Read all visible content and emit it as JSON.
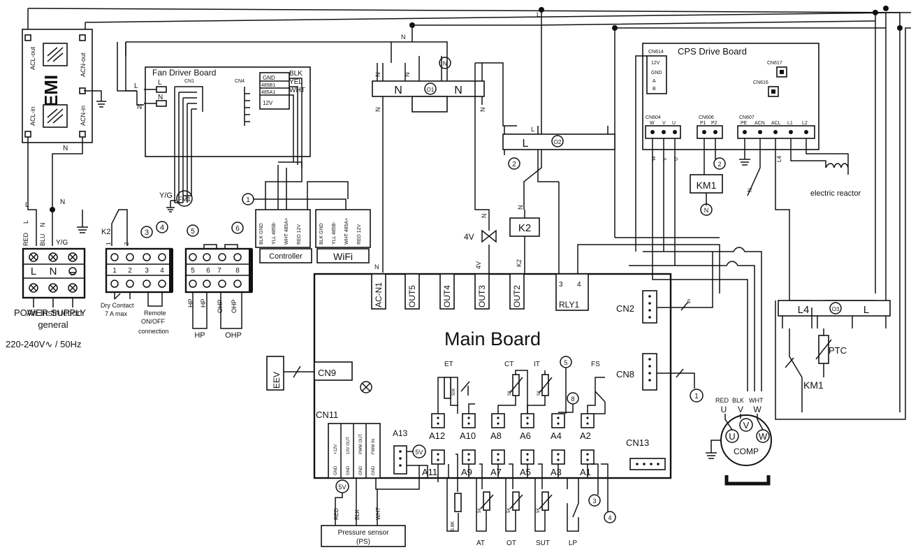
{
  "emi": {
    "title": "EMI",
    "acl_out": "ACL-out",
    "acn_out": "ACN-out",
    "acl_in": "ACL-in",
    "acn_in": "ACN-in"
  },
  "fan_driver": {
    "title": "Fan Driver Board",
    "cn1": "CN1",
    "cn4": "CN4",
    "l": "L",
    "n": "N",
    "pins": [
      "GND",
      "485B1",
      "485A1",
      "12V"
    ],
    "colors": [
      "BLK",
      "YEL",
      "WHT"
    ],
    "fm": "FM1",
    "yg": "Y/G"
  },
  "power": {
    "wires": [
      "RED",
      "L",
      "BLU",
      "N",
      "Y/G"
    ],
    "terminals": [
      "L",
      "N"
    ],
    "label": "POWER SUPPLY",
    "overlap": "Air Instruction",
    "general": "general",
    "voltage": "220-240V∿ / 50Hz"
  },
  "k2_block": {
    "k2": "K2",
    "one": "1",
    "two": "2",
    "nums": [
      "1",
      "2",
      "3",
      "4"
    ],
    "dry": "Dry Contact",
    "amax": "7 A max",
    "remote": "Remote",
    "onoff": "ON/OFF",
    "connection": "connection",
    "c3": "3",
    "c4": "4"
  },
  "hp_block": {
    "nums": [
      "5",
      "6",
      "7",
      "8"
    ],
    "c5": "5",
    "c6": "6",
    "hp": "HP",
    "ohp": "OHP"
  },
  "controller": {
    "label": "Controller",
    "pins": [
      "BLK GND",
      "YLL 485B-",
      "WHT 485A+",
      "RED 12V"
    ]
  },
  "wifi": {
    "label": "WiFi",
    "pins": [
      "BLK GND",
      "YLL 485B-",
      "WHT 485A+",
      "RED 12V"
    ]
  },
  "connectors": {
    "n": "N",
    "l": "L",
    "k2": "K2",
    "fourv": "4V",
    "rly1": "RLY1",
    "one": "1",
    "two": "2",
    "five": "5",
    "one_c": "1"
  },
  "main_board": {
    "title": "Main Board",
    "top_ports": [
      "AC-N1",
      "OUT5",
      "OUT4",
      "OUT3",
      "OUT2"
    ],
    "top_labels": [
      "N",
      "4V",
      "K2"
    ],
    "rly": "RLY1",
    "r3": "3",
    "r4": "4",
    "cn2": "CN2",
    "cn8": "CN8",
    "cn9": "CN9",
    "cn11": "CN11",
    "cn13": "CN13",
    "eev": "EEV",
    "a13": "A13",
    "fivev": "5V",
    "a_row1": [
      "A12",
      "A10",
      "A8",
      "A6",
      "A4",
      "A2"
    ],
    "a_row2": [
      "A11",
      "A9",
      "A7",
      "A5",
      "A3",
      "A1"
    ],
    "sensors_top": [
      "ET",
      "CT",
      "IT",
      "FS"
    ],
    "sensors_bottom": [
      "AT",
      "OT",
      "SUT",
      "LP"
    ],
    "res": [
      "50K",
      "5K",
      "5K",
      "6.8K",
      "5K",
      "5K",
      "5K"
    ],
    "cn11_pins": [
      "+12V",
      "GND",
      "10V OUT",
      "GND",
      "PWM OUT",
      "GND",
      "FWM IN",
      "GND"
    ]
  },
  "pressure": {
    "title": "Pressure sensor",
    "sub": "(PS)",
    "wires": [
      "RED",
      "BLK",
      "WHT"
    ],
    "fivev": "5V"
  },
  "cps": {
    "title": "CPS Drive Board",
    "cn614": "CN614",
    "cn614_pins": [
      "12V",
      "GND",
      "A",
      "B"
    ],
    "cn617": "CN617",
    "cn616": "CN616",
    "cn604": "CN604",
    "cn606": "CN606",
    "cn607": "CN607",
    "uvw": [
      "W",
      "V",
      "U"
    ],
    "pp": [
      "P1",
      "P2"
    ],
    "right": [
      "PE",
      "ACN",
      "ACL",
      "L1",
      "L2"
    ],
    "km1": "KM1",
    "reactor": "electric reactor"
  },
  "comp": {
    "label": "COMP",
    "colors": [
      "RED",
      "BLK",
      "WHT"
    ],
    "uvw": [
      "U",
      "V",
      "W"
    ]
  },
  "right_side": {
    "l4": "L4",
    "l": "L",
    "ptc": "PTC",
    "km1": "KM1",
    "o3": "O3",
    "o2": "O2",
    "o1": "O1"
  }
}
